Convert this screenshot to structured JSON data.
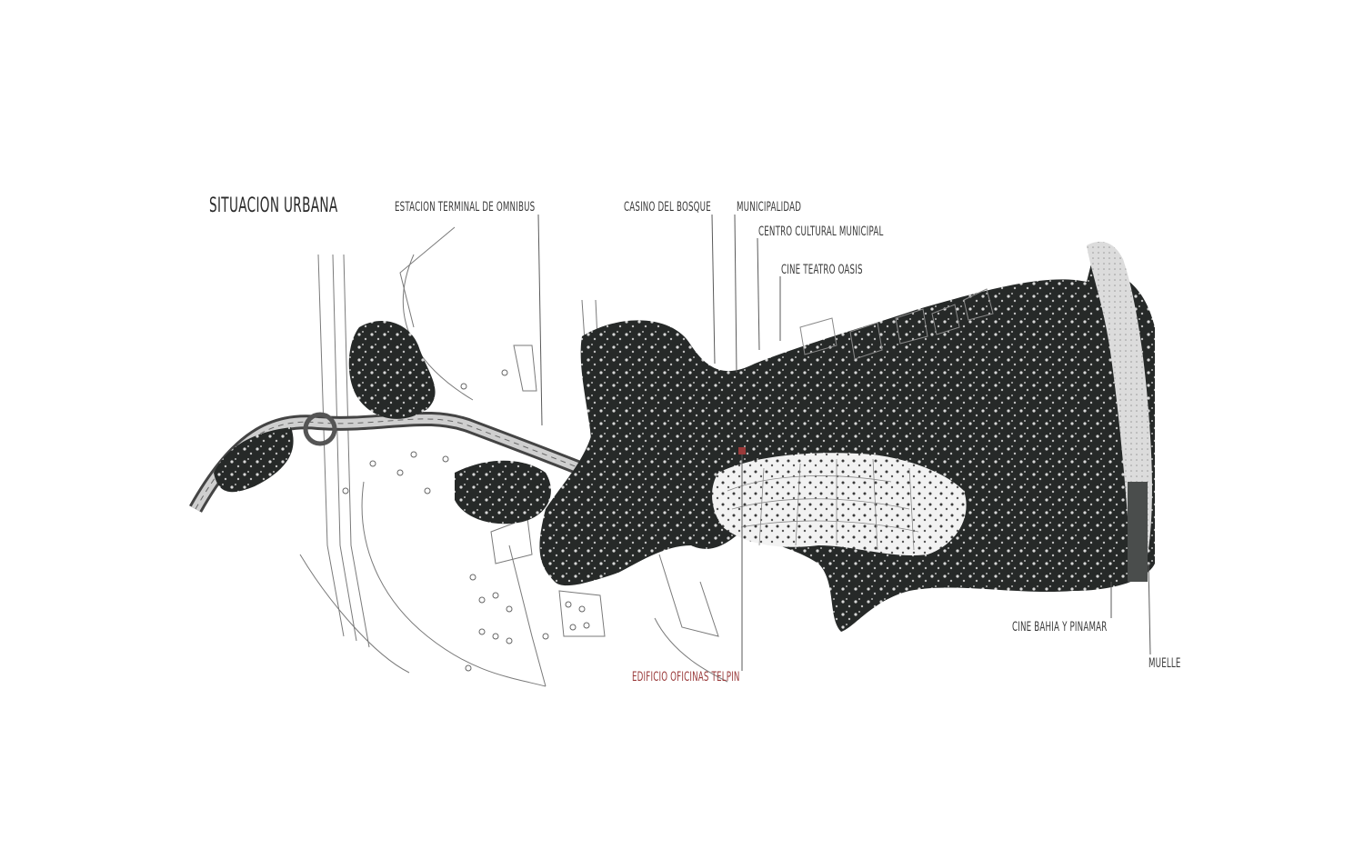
{
  "map": {
    "title": "SITUACION URBANA",
    "labels": {
      "terminal": "ESTACION TERMINAL DE OMNIBUS",
      "casino": "CASINO DEL BOSQUE",
      "municipalidad": "MUNICIPALIDAD",
      "centro_cultural": "CENTRO CULTURAL MUNICIPAL",
      "cine_oasis": "CINE TEATRO OASIS",
      "cine_bahia": "CINE BAHIA Y PINAMAR",
      "muelle": "MUELLE",
      "telpin": "EDIFICIO OFICINAS TELPIN"
    },
    "colors": {
      "vegetation": "#1c1f1e",
      "highlight": "#9a3a3a",
      "lines": "#6b6b6b"
    }
  }
}
